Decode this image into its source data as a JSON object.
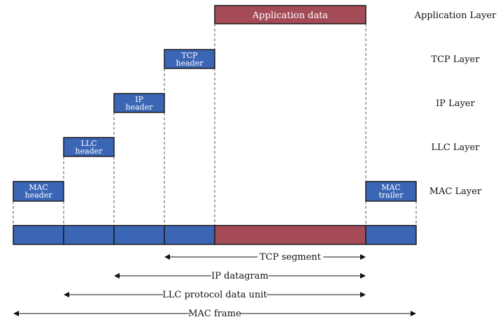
{
  "colors": {
    "header_fill": "#3b66b5",
    "app_fill": "#a54b57",
    "outline": "#1a1a1a",
    "frame_blue": "#3b66b5",
    "frame_red": "#a54b57"
  },
  "layers": [
    {
      "key": "app",
      "label": "Application Layer"
    },
    {
      "key": "tcp",
      "label": "TCP Layer"
    },
    {
      "key": "ip",
      "label": "IP Layer"
    },
    {
      "key": "llc",
      "label": "LLC Layer"
    },
    {
      "key": "mac",
      "label": "MAC Layer"
    }
  ],
  "boxes": {
    "application_data": {
      "lines": [
        "Application data"
      ]
    },
    "tcp_header": {
      "lines": [
        "TCP",
        "header"
      ]
    },
    "ip_header": {
      "lines": [
        "IP",
        "header"
      ]
    },
    "llc_header": {
      "lines": [
        "LLC",
        "header"
      ]
    },
    "mac_header": {
      "lines": [
        "MAC",
        "header"
      ]
    },
    "mac_trailer": {
      "lines": [
        "MAC",
        "trailer"
      ]
    }
  },
  "spans": [
    {
      "key": "tcp-segment",
      "label": "TCP segment"
    },
    {
      "key": "ip-datagram",
      "label": "IP datagram"
    },
    {
      "key": "llc-pdu",
      "label": "LLC protocol data unit"
    },
    {
      "key": "mac-frame",
      "label": "MAC frame"
    }
  ]
}
